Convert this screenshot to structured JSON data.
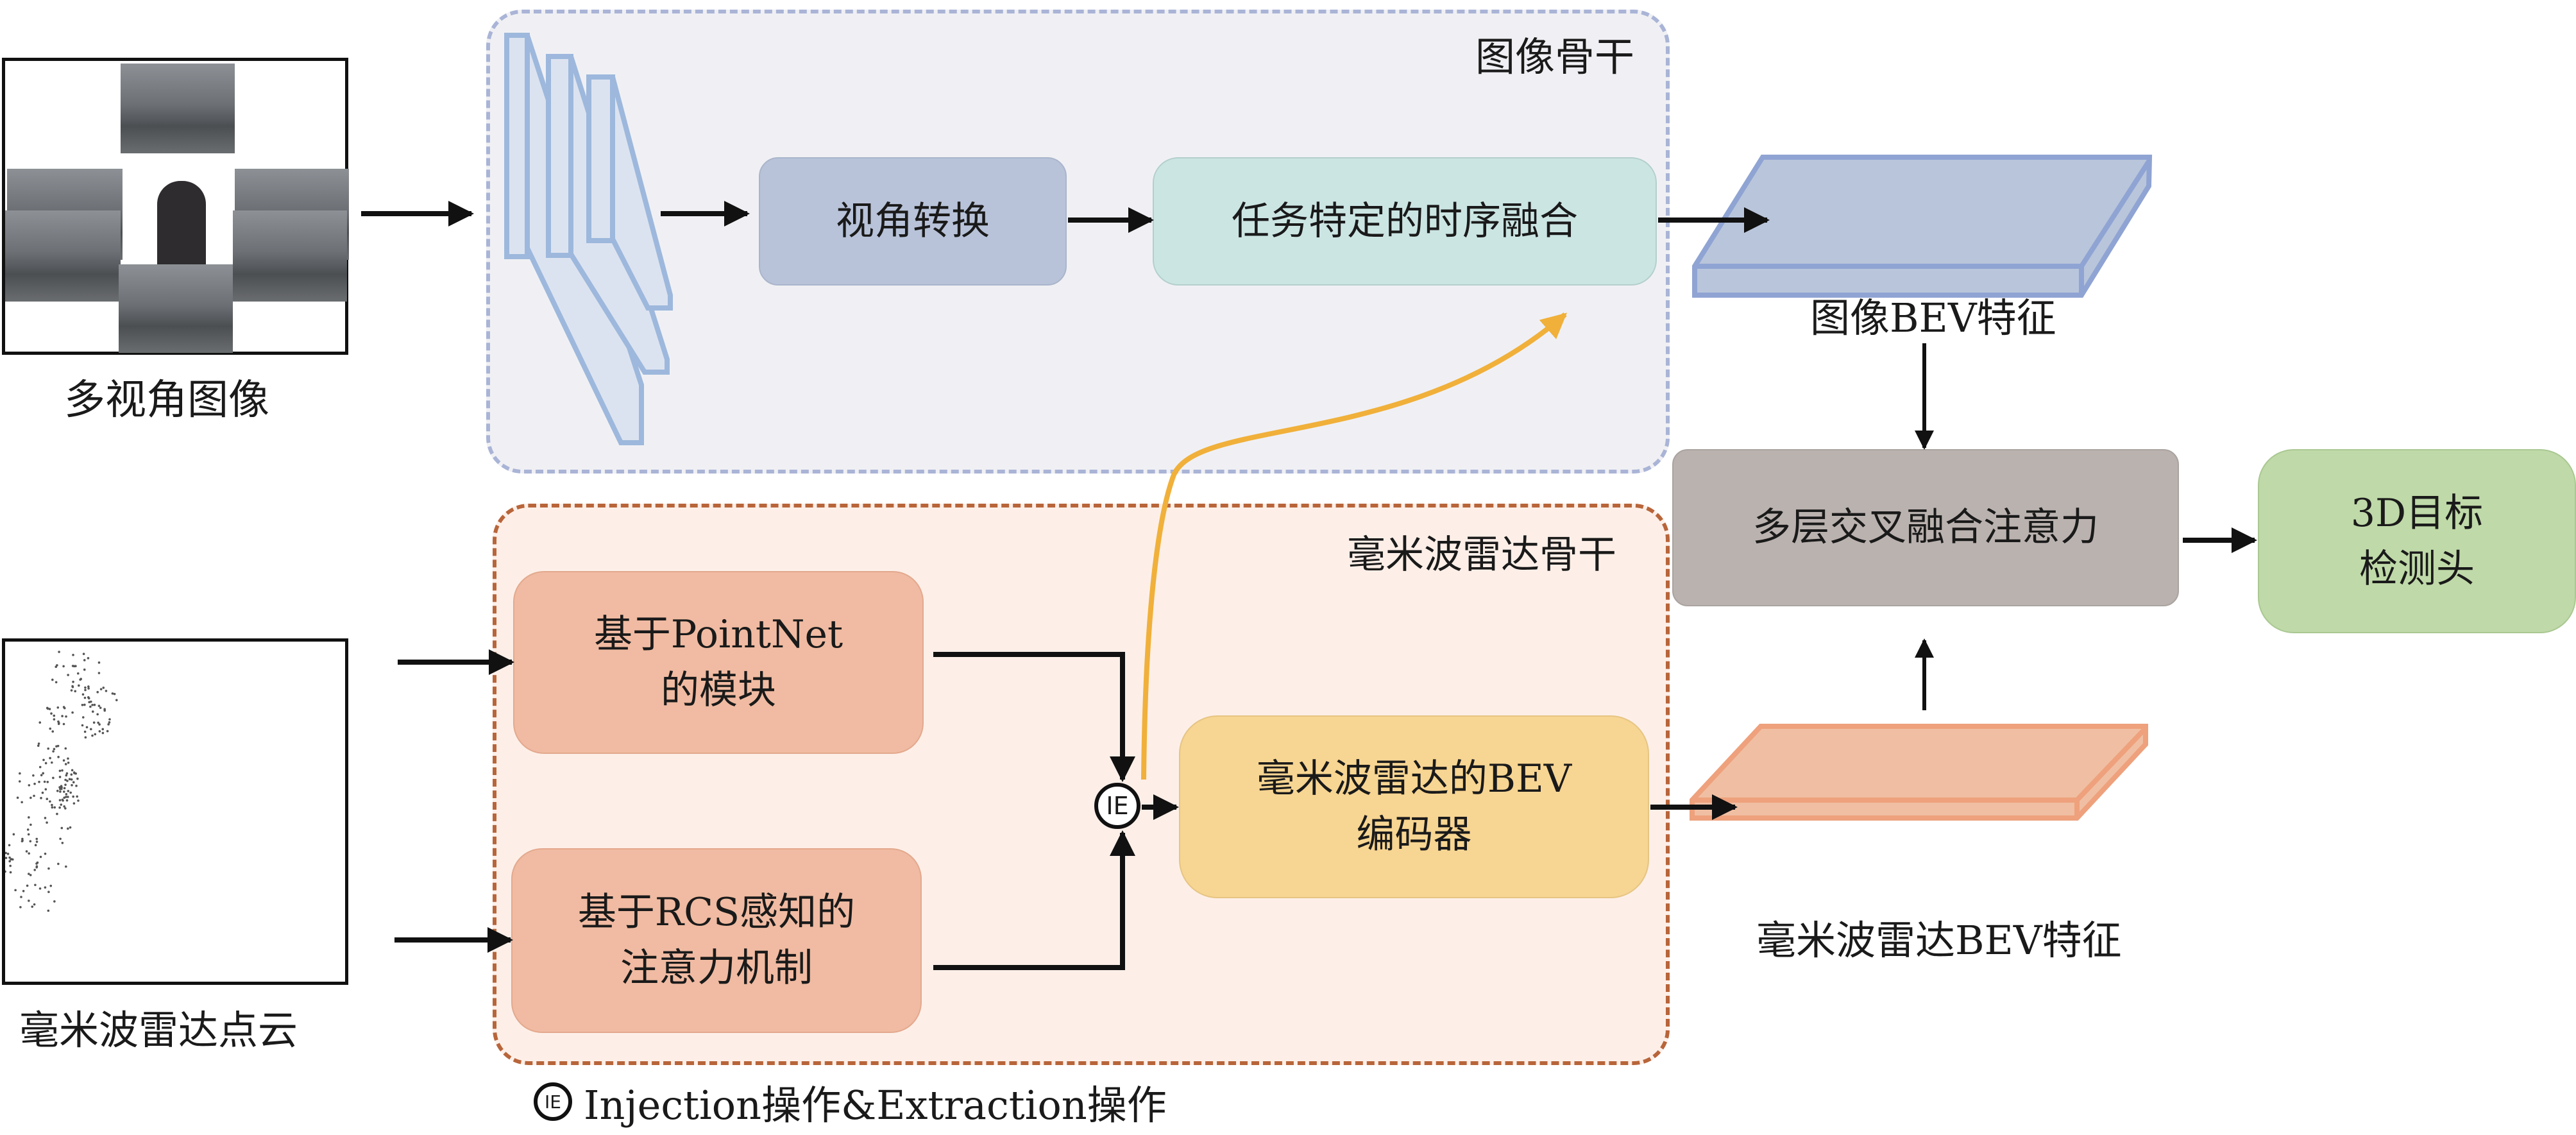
{
  "inputs": {
    "multiview_images": {
      "label": "多视角图像"
    },
    "radar_point_cloud": {
      "label": "毫米波雷达点云"
    }
  },
  "image_backbone": {
    "title": "图像骨干",
    "view_transform": "视角转换",
    "temporal_fusion": "任务特定的时序融合"
  },
  "radar_backbone": {
    "title": "毫米波雷达骨干",
    "pointnet_module": [
      "基于PointNet",
      "的模块"
    ],
    "rcs_attention": [
      "基于RCS感知的",
      "注意力机制"
    ],
    "ie_symbol": "IE",
    "bev_encoder": [
      "毫米波雷达的BEV",
      "编码器"
    ]
  },
  "features": {
    "image_bev": "图像BEV特征",
    "radar_bev": "毫米波雷达BEV特征"
  },
  "fusion": {
    "cross_attention": "多层交叉融合注意力",
    "detection_head": [
      "3D目标",
      "检测头"
    ]
  },
  "legend": {
    "symbol": "IE",
    "text": "Injection操作&Extraction操作"
  },
  "colors": {
    "image_group_bg": "#f0f0f4",
    "image_group_border": "#a9b4d6",
    "radar_group_bg": "#fdefe8",
    "radar_group_border": "#b8653a",
    "view_transform": "#b8c3d9",
    "temporal_fusion": "#cbe5e3",
    "radar_module": "#f0bba2",
    "bev_encoder": "#f7d592",
    "fusion": "#bab2af",
    "detection_head": "#bfd9a8",
    "image_bev_fill": "#b9c5db",
    "image_bev_stroke": "#8fa4d3",
    "radar_bev_fill": "#f0bfa3",
    "radar_bev_stroke": "#eea17c",
    "cnn_stroke": "#9db8dc",
    "cnn_fill": "#dce3f0",
    "orange_arrow": "#f0b03a"
  }
}
